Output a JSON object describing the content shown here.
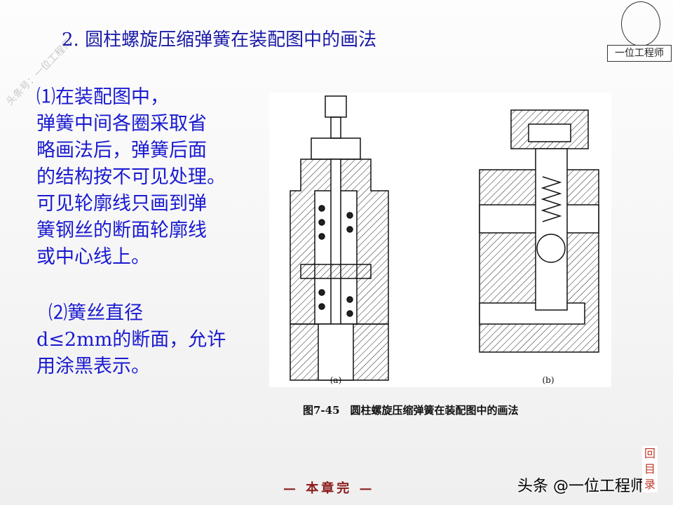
{
  "title": "2. 圆柱螺旋压缩弹簧在装配图中的画法",
  "paragraph1": "⑴在装配图中，\n弹簧中间各圈采取省\n略画法后，弹簧后面\n的结构按不可见处理。\n可见轮廓线只画到弹\n簧钢丝的断面轮廓线\n或中心线上。",
  "paragraph2": "  ⑵簧丝直径\nd≤2mm的断面，允许\n用涂黑表示。",
  "figure": {
    "label_a": "(a)",
    "label_b": "(b)",
    "caption": "图7-45　圆柱螺旋压缩弹簧在装配图中的画法"
  },
  "watermark": "头条号：一位工程师",
  "logo": {
    "text": "一位工程师"
  },
  "footer": {
    "end": "— 本章完 —",
    "toutiao": "头条 @一位工程师",
    "back": "回目录"
  }
}
